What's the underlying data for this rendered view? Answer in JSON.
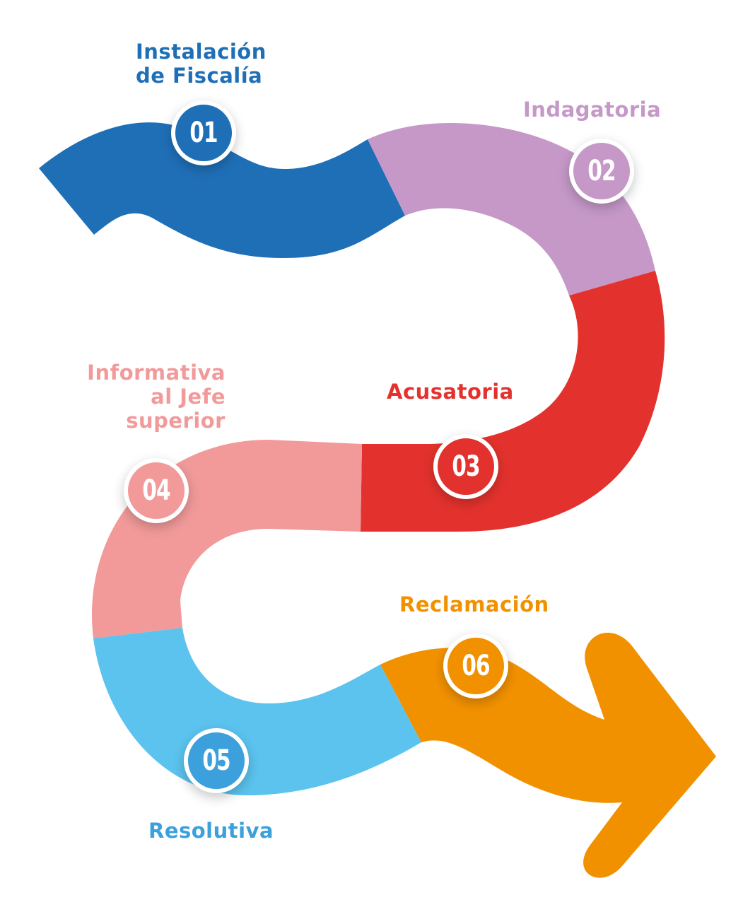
{
  "steps": [
    {
      "number": "01",
      "label": "Instalación\nde Fiscalía",
      "color": "#1F6FB7"
    },
    {
      "number": "02",
      "label": "Indagatoria",
      "color": "#C598C7"
    },
    {
      "number": "03",
      "label": "Acusatoria",
      "color": "#E3322D"
    },
    {
      "number": "04",
      "label": "Informativa\nal Jefe\nsuperior",
      "color": "#F29A9A"
    },
    {
      "number": "05",
      "label": "Resolutiva",
      "color": "#5BC3EE"
    },
    {
      "number": "06",
      "label": "Reclamación",
      "color": "#F29100"
    }
  ],
  "label_colors": {
    "step1": "#1F6FB7",
    "step2": "#C598C7",
    "step3": "#E3322D",
    "step4": "#F29A9A",
    "step5": "#3BA0DC",
    "step6": "#F29100"
  }
}
